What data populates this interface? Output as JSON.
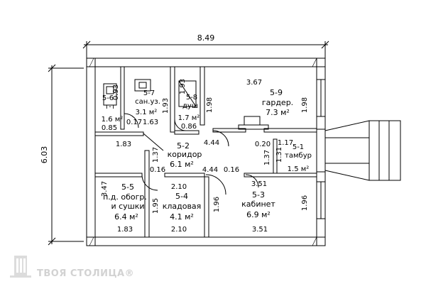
{
  "dimensions": {
    "overall_width": "8.49",
    "overall_height": "6.03",
    "top_inner": "3.67",
    "left_lower": "3.47",
    "right_upper": "1.98",
    "right_lower": "1.96"
  },
  "rooms": [
    {
      "number": "5-6",
      "name": "т-т",
      "area": "1.6 м²",
      "dim_a": "0.93",
      "dim_b": "1.63",
      "dim_c": "0.85",
      "dim_d": "0.17"
    },
    {
      "number": "5-7",
      "name": "сан.уз.",
      "area": "3.1 м²",
      "dim_a": "1.93"
    },
    {
      "number": "5-8",
      "name": "душ",
      "area": "1.7 м²",
      "dim_a": "1.93",
      "dim_b": "0.86",
      "dim_c": "1.98"
    },
    {
      "number": "5-9",
      "name": "гардер.",
      "area": "7.3 м²"
    },
    {
      "number": "5-2",
      "name": "коридор",
      "area": "6.1 м²",
      "dim_a": "1.83",
      "dim_b": "1.37",
      "dim_c": "4.44",
      "dim_d": "0.16",
      "dim_e": "4.44",
      "dim_f": "0.16"
    },
    {
      "number": "5-1",
      "name": "тамбур",
      "area": "1.5 м²",
      "dim_a": "0.20",
      "dim_b": "1.17",
      "dim_c": "1.37",
      "dim_d": "1.31"
    },
    {
      "number": "5-5",
      "name": "п.д. обогр.",
      "name2": "и сушки",
      "area": "6.4 м²",
      "dim_a": "1.83"
    },
    {
      "number": "5-4",
      "name": "кладовая",
      "area": "4.1 м²",
      "dim_a": "2.10",
      "dim_b": "1.95",
      "dim_c": "2.10"
    },
    {
      "number": "5-3",
      "name": "кабинет",
      "area": "6.9 м²",
      "dim_a": "3.51",
      "dim_b": "1.96",
      "dim_c": "3.51"
    }
  ],
  "watermark": {
    "text": "ТВОЯ СТОЛИЦА®"
  }
}
